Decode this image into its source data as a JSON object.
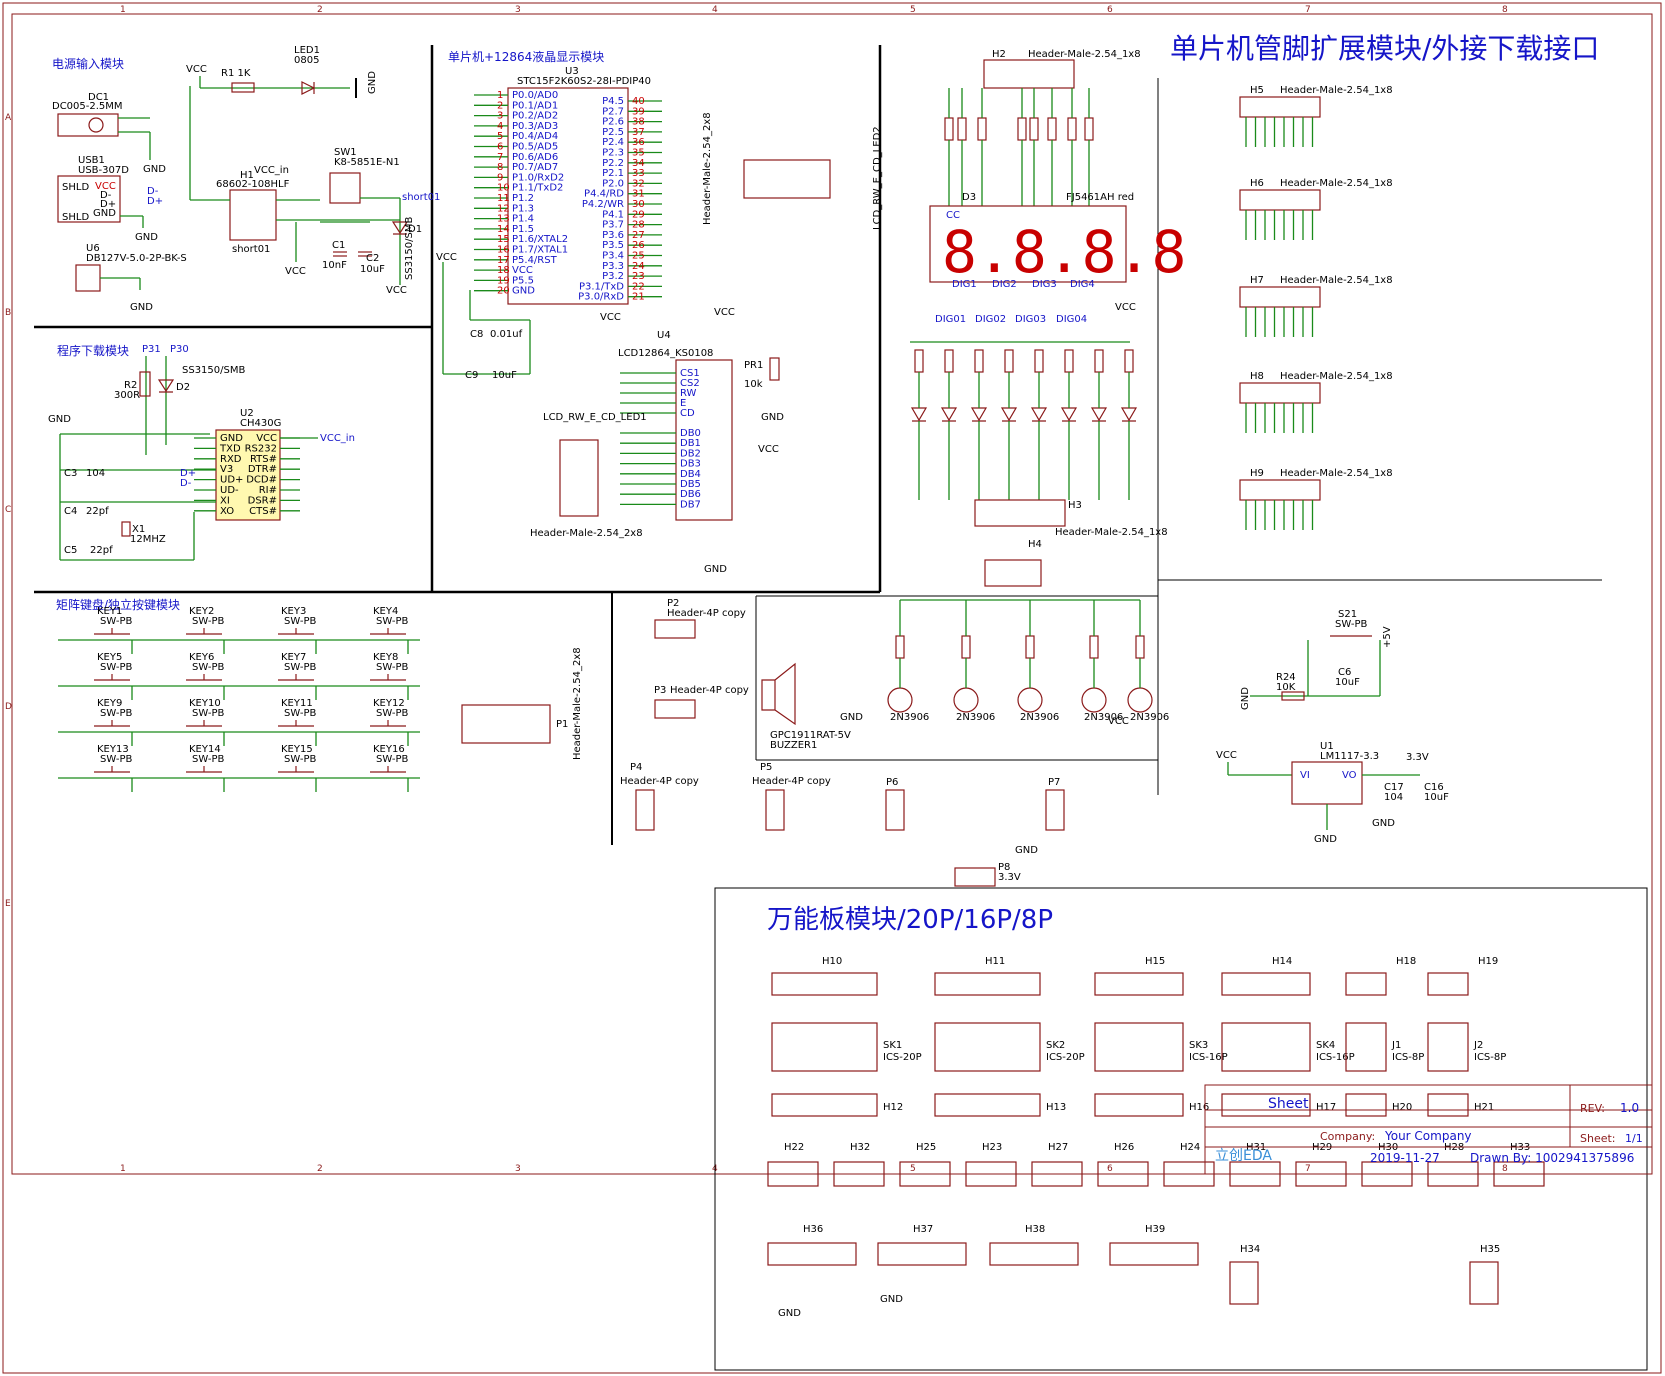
{
  "titles": {
    "mcu_expand": "单片机管脚扩展模块/外接下载接口",
    "universal": "万能板模块/20P/16P/8P"
  },
  "modules": {
    "power": "电源输入模块",
    "mcu_lcd": "单片机+12864液晶显示模块",
    "download": "程序下载模块",
    "keys": "矩阵键盘/独立按键模块"
  },
  "frame": {
    "cols": [
      "1",
      "2",
      "3",
      "4",
      "5",
      "6",
      "7",
      "8"
    ],
    "rows": [
      "A",
      "B",
      "C",
      "D",
      "E"
    ]
  },
  "parts": {
    "u3_ref": "U3",
    "u3_name": "STC15F2K60S2-28I-PDIP40",
    "u4_ref": "U4",
    "u4_name": "LCD12864_KS0108",
    "u2_ref": "U2",
    "u2_name": "CH430G",
    "u1_ref": "U1",
    "u1_name": "LM1117-3.3",
    "d3_ref": "D3",
    "d3_name": "FJ5461AH red",
    "h1": "68602-108HLF",
    "dc1": "DC005-2.5MM",
    "usb1": "USB-307D",
    "sw1": "K8-5851E-N1",
    "buzzer": "GPC1911RAT-5V",
    "buzzer_ref": "BUZZER1",
    "crystal": "12MHZ",
    "d2": "SS3150/SMB",
    "u6": "DB127V-5.0-2P-BK-S"
  },
  "nets": {
    "vcc": "VCC",
    "gnd": "GND",
    "vcc_in": "VCC_in",
    "v33": "3.3V",
    "v5": "+5V"
  },
  "u3_left_pins": [
    "P0.0/AD0",
    "P0.1/AD1",
    "P0.2/AD2",
    "P0.3/AD3",
    "P0.4/AD4",
    "P0.5/AD5",
    "P0.6/AD6",
    "P0.7/AD7",
    "P1.0/RxD2",
    "P1.1/TxD2",
    "P1.2",
    "P1.3",
    "P1.4",
    "P1.5",
    "P1.6/XTAL2",
    "P1.7/XTAL1",
    "P5.4/RST",
    "VCC",
    "P5.5",
    "GND"
  ],
  "u3_right_pins": [
    "P4.5",
    "P2.7",
    "P2.6",
    "P2.5",
    "P2.4",
    "P2.3",
    "P2.2",
    "P2.1",
    "P2.0",
    "P4.4/RD",
    "P4.2/WR",
    "P4.1",
    "P3.7",
    "P3.6",
    "P3.5",
    "P3.4",
    "P3.3",
    "P3.2",
    "P3.1/TxD",
    "P3.0/RxD"
  ],
  "u4_pins": [
    "CS1",
    "CS2",
    "RW",
    "E",
    "CD",
    "DB0",
    "DB1",
    "DB2",
    "DB3",
    "DB4",
    "DB5",
    "DB6",
    "DB7"
  ],
  "u2_left": [
    "GND",
    "TXD",
    "RXD",
    "V3",
    "UD+",
    "UD-",
    "XI",
    "XO"
  ],
  "u2_right": [
    "VCC",
    "RS232",
    "RTS#",
    "DTR#",
    "DCD#",
    "RI#",
    "DSR#",
    "CTS#"
  ],
  "keys": [
    "KEY1",
    "KEY2",
    "KEY3",
    "KEY4",
    "KEY5",
    "KEY6",
    "KEY7",
    "KEY8",
    "KEY9",
    "KEY10",
    "KEY11",
    "KEY12",
    "KEY13",
    "KEY14",
    "KEY15",
    "KEY16"
  ],
  "titleblock": {
    "sheet_label": "Sheet",
    "rev_label": "REV:",
    "rev": "1.0",
    "company_label": "Company:",
    "company": "Your Company",
    "sheet_no_label": "Sheet:",
    "sheet_no": "1/1",
    "logo": "立创EDA",
    "date": "2019-11-27",
    "drawn": "Drawn By: 1002941375896"
  },
  "universal_parts": {
    "row1": [
      "H10",
      "H11",
      "H15",
      "H14",
      "H18",
      "H19"
    ],
    "sk": [
      "SK1",
      "SK2",
      "SK3",
      "SK4",
      "J1",
      "J2"
    ],
    "sk_names": [
      "ICS-20P",
      "ICS-20P",
      "ICS-16P",
      "ICS-16P",
      "ICS-8P",
      "ICS-8P"
    ],
    "row2": [
      "H12",
      "H13",
      "H16",
      "H17",
      "H20",
      "H21"
    ],
    "row3": [
      "H22",
      "H32",
      "H25",
      "H23",
      "H27",
      "H26",
      "H24",
      "H31",
      "H29",
      "H30",
      "H28",
      "H33"
    ],
    "row4": [
      "H36",
      "H37",
      "H38",
      "H39",
      "H34",
      "H35"
    ]
  },
  "colors": {
    "component": "#8b1a1a",
    "wire": "#1a8a1a",
    "text_blue": "#1515c8",
    "block_border": "#000000",
    "power_red": "#c80000"
  }
}
